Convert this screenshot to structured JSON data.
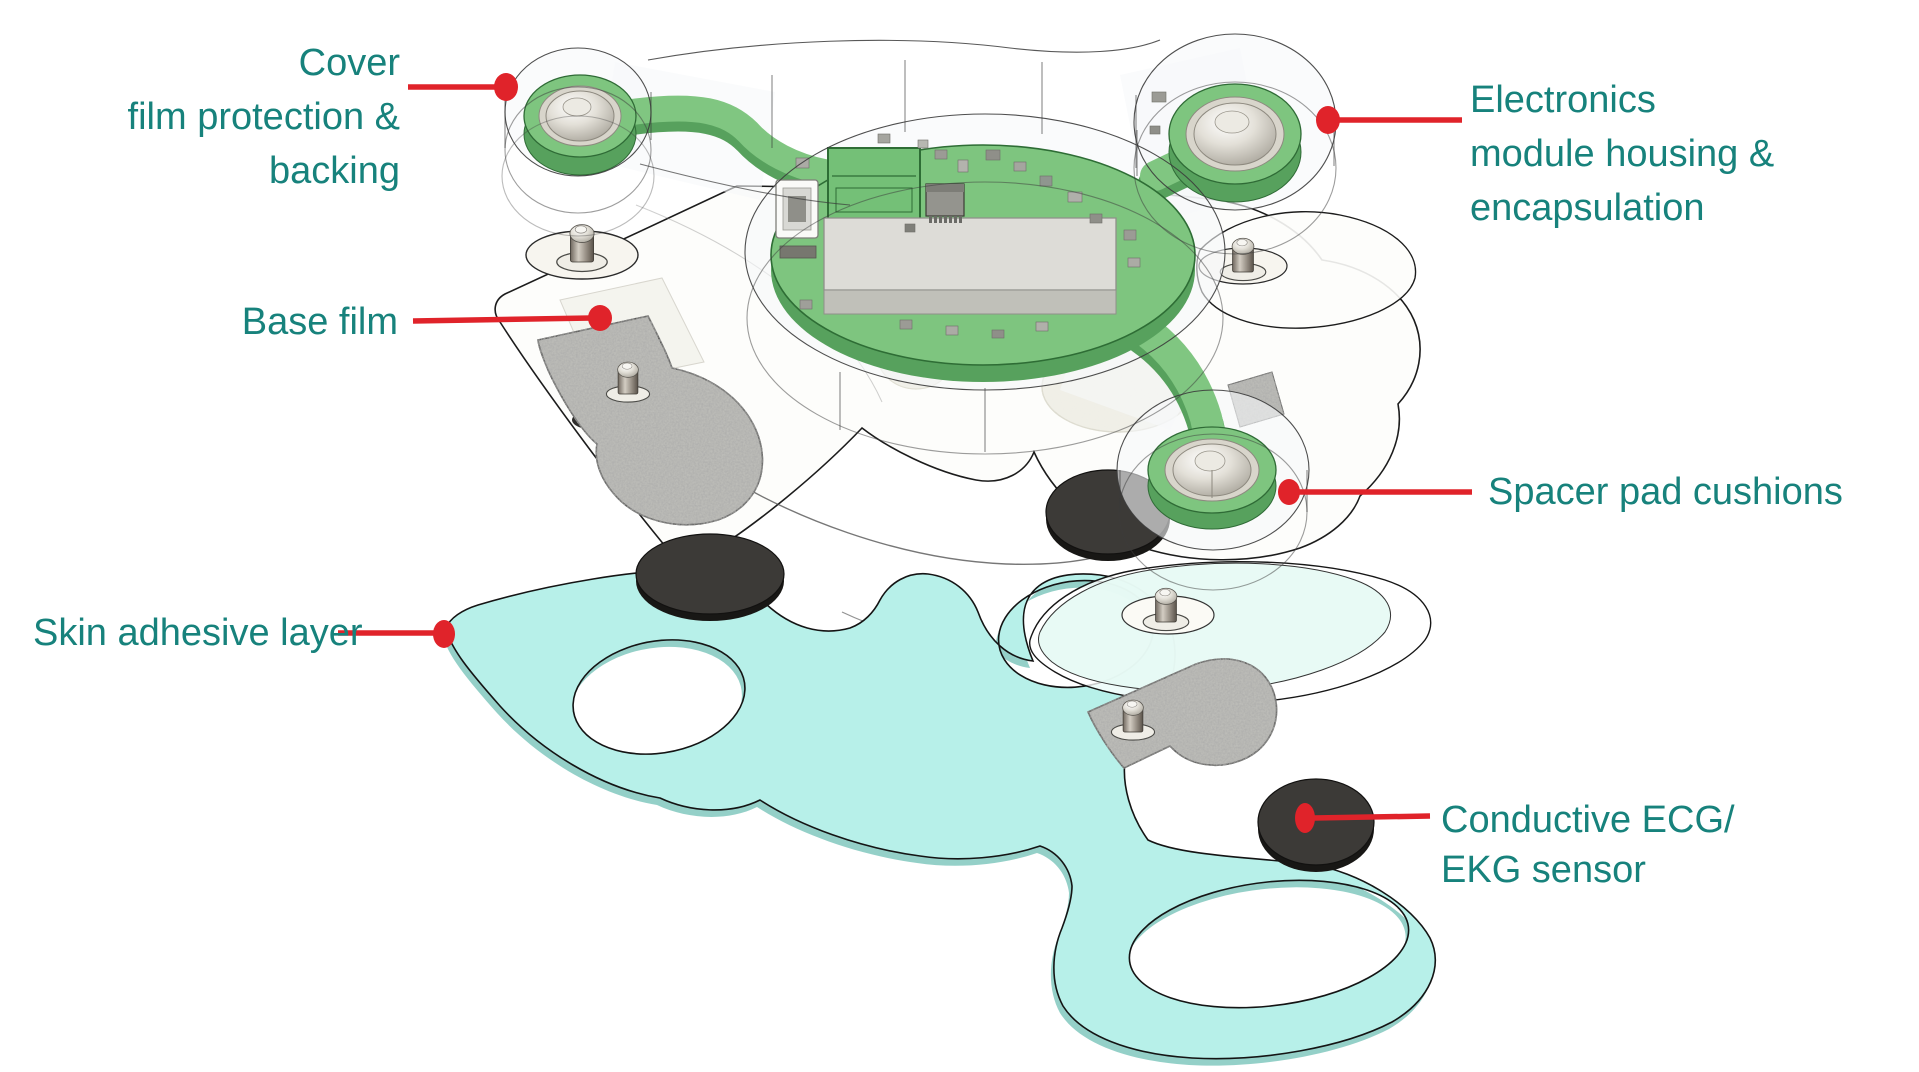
{
  "diagram": {
    "background": "#ffffff",
    "colors": {
      "label_text": "#17827c",
      "leader_red": "#e0232a",
      "pcb_green": "#7ec57f",
      "pcb_green_dark": "#57a15d",
      "adhesive_teal": "#b7f0e9",
      "sensor_black": "#3c3a37",
      "film_white": "#fdfdfb",
      "hydrogel_gray": "#c1c1bc",
      "spacer_beige": "#f1f0e7",
      "metal_light": "#e3e0d8"
    },
    "labels": [
      {
        "id": "cover",
        "lines": [
          "Cover",
          "film protection &",
          "backing"
        ]
      },
      {
        "id": "electronics",
        "lines": [
          "Electronics",
          "module housing &",
          "encapsulation"
        ]
      },
      {
        "id": "base_film",
        "lines": [
          "Base film"
        ]
      },
      {
        "id": "spacer",
        "lines": [
          "Spacer pad cushions"
        ]
      },
      {
        "id": "skin_adhesive",
        "lines": [
          "Skin adhesive layer"
        ]
      },
      {
        "id": "conductive",
        "lines": [
          "Conductive ECG/",
          "EKG sensor"
        ]
      }
    ]
  }
}
